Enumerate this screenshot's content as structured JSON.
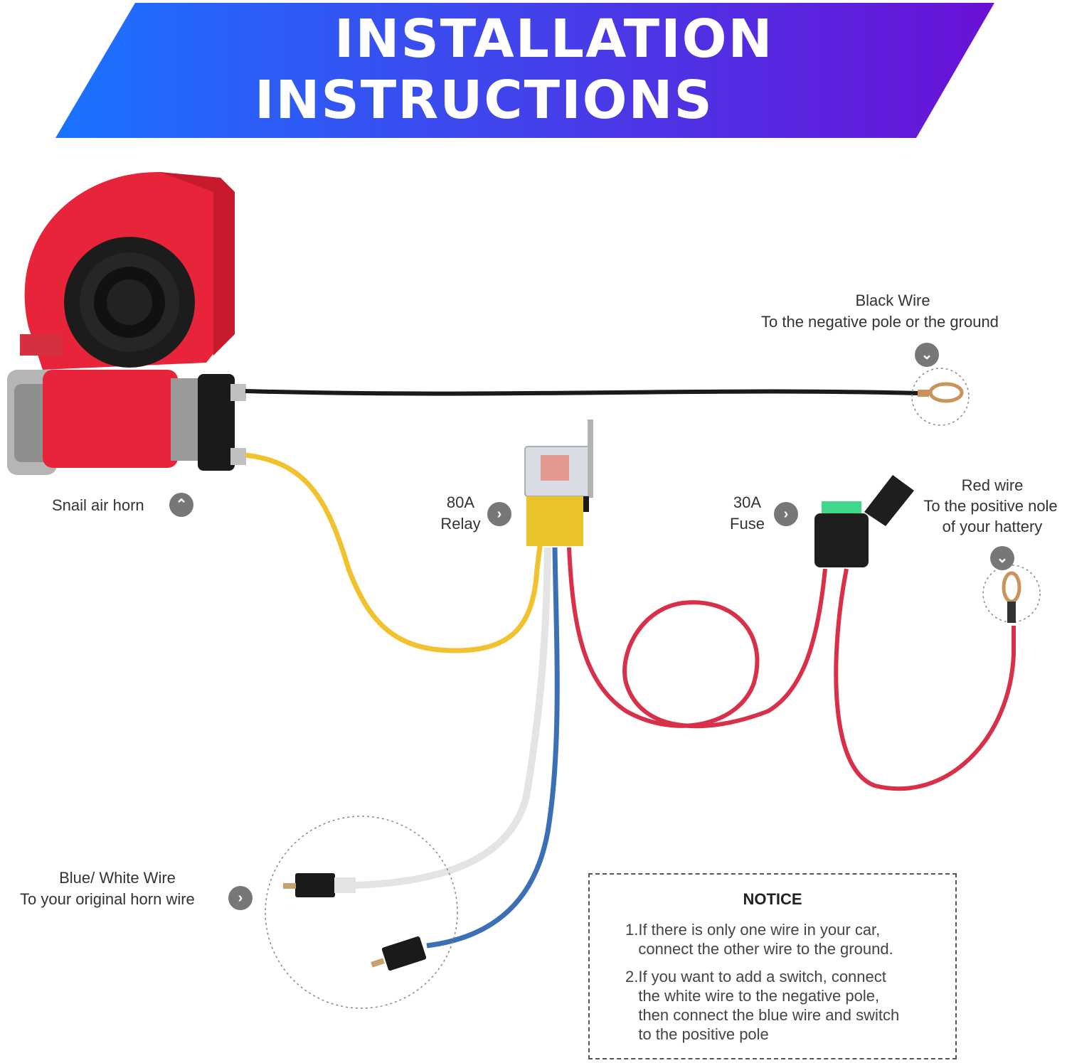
{
  "banner": {
    "title_line1": "INSTALLATION",
    "title_line2": "INSTRUCTIONS",
    "gradient_start": "#1a73ff",
    "gradient_end": "#6a11d6"
  },
  "labels": {
    "black_wire_title": "Black Wire",
    "black_wire_desc": "To the negative pole or the ground",
    "snail_air_horn": "Snail air horn",
    "relay_line1": "80A",
    "relay_line2": "Relay",
    "fuse_line1": "30A",
    "fuse_line2": "Fuse",
    "red_wire_line1": "Red wire",
    "red_wire_line2": "To the positive nole",
    "red_wire_line3": "of your hattery",
    "blue_white_title": "Blue/ White Wire",
    "blue_white_desc": "To your original horn wire"
  },
  "notice": {
    "title": "NOTICE",
    "items": [
      "1.If there is only one wire in your car,\n   connect the other wire to the ground.",
      "2.If you want to add a switch, connect\n   the white wire to the negative pole,\n   then connect the blue wire and switch\n   to the positive pole"
    ]
  },
  "icons": {
    "arrow_up": "chevron-up-icon",
    "arrow_down": "chevron-down-icon",
    "arrow_right": "chevron-right-icon"
  },
  "colors": {
    "horn_red": "#e8243a",
    "wire_black": "#1a1a1a",
    "wire_yellow": "#f2c12e",
    "wire_red": "#d9304a",
    "wire_white": "#e8e8e8",
    "wire_blue": "#3b6fb6",
    "relay_yellow": "#e8c42a",
    "fuse_green": "#3fd98a"
  }
}
